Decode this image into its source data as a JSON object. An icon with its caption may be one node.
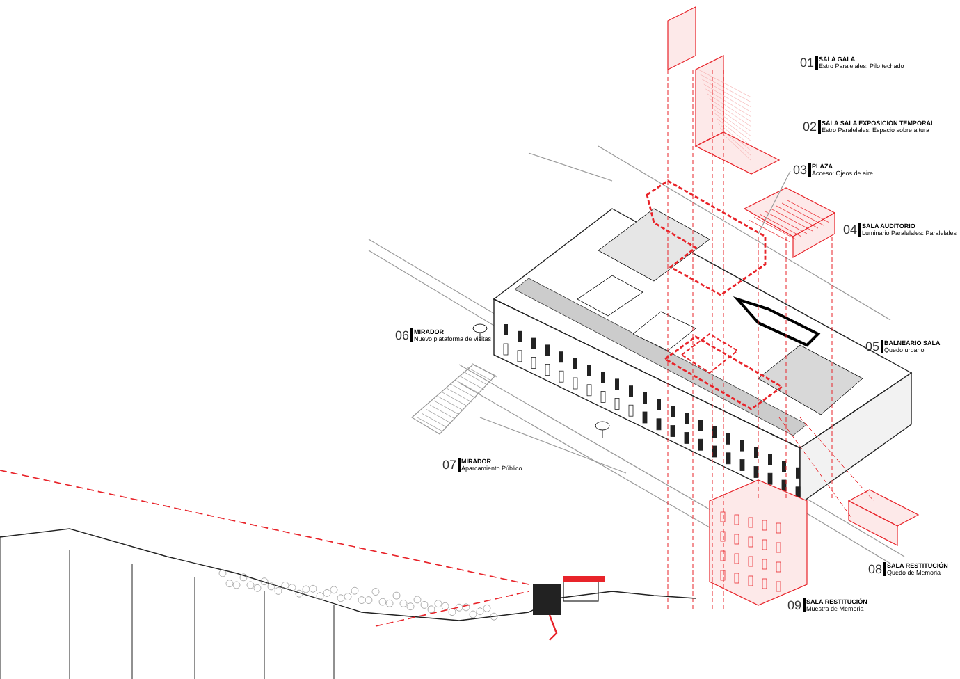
{
  "diagram": {
    "nodes": [
      {
        "text": [
          "03",
          "PLAZA",
          "Acceso: Ojeos de aire"
        ]
      },
      {
        "text": [],
        "shape": "box"
      }
    ],
    "edges": [
      {
        "from": 0,
        "to": 1,
        "arrow": "none"
      }
    ],
    "labels": [
      "01",
      "SALA GALA",
      "Estro Paralelales: Pilo techado",
      "02",
      "SALA SALA EXPOSICIÓN TEMPORAL",
      "Estro Paralelales: Espacio sobre altura",
      "04",
      "SALA AUDITORIO",
      "Luminario Paralelales: Paralelales",
      "05",
      "BALNEARIO SALA",
      "Quedo urbano",
      "06",
      "MIRADOR",
      "Nuevo plataforma de visitas",
      "07",
      "MIRADOR",
      "Aparcamiento Público",
      "08",
      "SALA RESTITUCIÓN",
      "Quedo de Memoria",
      "09",
      "SALA RESTITUCIÓN",
      "Muestra de Memoria"
    ]
  }
}
